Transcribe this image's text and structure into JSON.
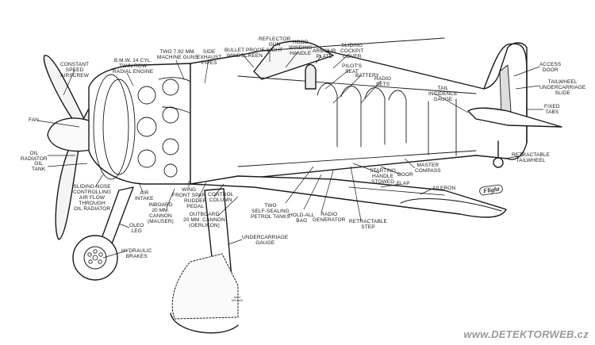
{
  "diagram": {
    "subject": "Fighter aircraft cutaway drawing",
    "publication_mark": "Flight",
    "artist_signature": "MAX\nMILLAR",
    "watermark": "www.DETEKTORWEB.cz",
    "colors": {
      "ink": "#1a1a1a",
      "paper": "#ffffff",
      "watermark": "#9a9a9a"
    },
    "labels": [
      {
        "id": "constant-speed-airscrew",
        "text": "CONSTANT\nSPEED\nAIRSCREW"
      },
      {
        "id": "bmw-engine",
        "text": "B.M.W. 14 CYL.\nTWIN ROW\nRADIAL ENGINE"
      },
      {
        "id": "machine-guns",
        "text": "TWO 7.92 MM.\nMACHINE GUNS"
      },
      {
        "id": "side-exhaust",
        "text": "SIDE\nEXHAUST\nPIPES"
      },
      {
        "id": "windscreen",
        "text": "BULLET PROOF\nWINDSCREEN"
      },
      {
        "id": "gun-sight",
        "text": "REFLECTOR\nGUN\nSIGHT"
      },
      {
        "id": "hood-handle",
        "text": "HOOD\nWINDING\nHANDLE"
      },
      {
        "id": "armour-plate",
        "text": "ARMOUR\nPLATE"
      },
      {
        "id": "cockpit-cover",
        "text": "SLIDING\nCOCKPIT\nCOVER"
      },
      {
        "id": "pilots-seat",
        "text": "PILOT'S\nSEAT"
      },
      {
        "id": "battery",
        "text": "BATTERY"
      },
      {
        "id": "radio-sets",
        "text": "RADIO\nSETS"
      },
      {
        "id": "tail-incidence",
        "text": "TAIL\nINCIDENCE\nGAUGE"
      },
      {
        "id": "access-door",
        "text": "ACCESS\nDOOR"
      },
      {
        "id": "tailwheel-slide",
        "text": "TAILWHEEL\nUNDERCARRIAGE\nSLIDE"
      },
      {
        "id": "fixed-tabs",
        "text": "FIXED\nTABS"
      },
      {
        "id": "retractable-tailwheel",
        "text": "RETRACTABLE\nTAILWHEEL"
      },
      {
        "id": "fan",
        "text": "FAN"
      },
      {
        "id": "oil-radiator",
        "text": "OIL\nRADIATOR"
      },
      {
        "id": "oil-tank",
        "text": "OIL\nTANK"
      },
      {
        "id": "sliding-nose",
        "text": "SLIDING NOSE\nCONTROLLING\nAIR FLOW\nTHROUGH\nOIL RADIATOR"
      },
      {
        "id": "air-intake",
        "text": "AIR\nINTAKE"
      },
      {
        "id": "inboard-cannon",
        "text": "INBOARD\n20 MM.\nCANNON\n(MAUSER)"
      },
      {
        "id": "wing-front-spar",
        "text": "WING\nFRONT SPAR"
      },
      {
        "id": "rudder-pedal",
        "text": "RUDDER\nPEDAL"
      },
      {
        "id": "control-column",
        "text": "CONTROL\nCOLUMN"
      },
      {
        "id": "outboard-cannon",
        "text": "OUTBOARD\n20 MM. CANNON\n(OERLIKON)"
      },
      {
        "id": "petrol-tanks",
        "text": "TWO\nSELF-SEALING\nPETROL TANKS"
      },
      {
        "id": "hold-all-bag",
        "text": "HOLD-ALL\nBAG"
      },
      {
        "id": "radio-generator",
        "text": "RADIO\nGENERATOR"
      },
      {
        "id": "retractable-step",
        "text": "RETRACTABLE\nSTEP"
      },
      {
        "id": "starting-handle",
        "text": "STARTING\nHANDLE\nSTOWED"
      },
      {
        "id": "door",
        "text": "DOOR"
      },
      {
        "id": "master-compass",
        "text": "MASTER\nCOMPASS"
      },
      {
        "id": "flap",
        "text": "FLAP"
      },
      {
        "id": "aileron",
        "text": "AILERON"
      },
      {
        "id": "oleo-leg",
        "text": "OLEO\nLEG"
      },
      {
        "id": "hydraulic-brakes",
        "text": "HYDRAULIC\nBRAKES"
      },
      {
        "id": "undercarriage-gauge",
        "text": "UNDERCARRIAGE\nGAUGE"
      }
    ]
  }
}
